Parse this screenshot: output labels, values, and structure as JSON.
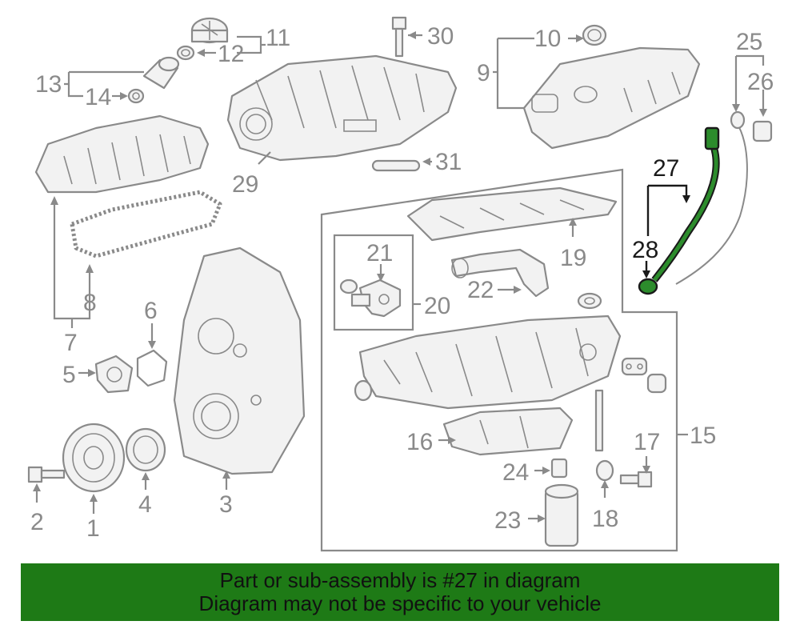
{
  "callouts": {
    "c1": "1",
    "c2": "2",
    "c3": "3",
    "c4": "4",
    "c5": "5",
    "c6": "6",
    "c7": "7",
    "c8": "8",
    "c9": "9",
    "c10": "10",
    "c11": "11",
    "c12": "12",
    "c13": "13",
    "c14": "14",
    "c15": "15",
    "c16": "16",
    "c17": "17",
    "c18": "18",
    "c19": "19",
    "c20": "20",
    "c21": "21",
    "c22": "22",
    "c23": "23",
    "c24": "24",
    "c25": "25",
    "c26": "26",
    "c27": "27",
    "c28": "28",
    "c29": "29",
    "c30": "30",
    "c31": "31"
  },
  "highlight": {
    "part_number": "27",
    "color": "#2c8c2c"
  },
  "banner": {
    "line1": "Part or sub-assembly is #27 in diagram",
    "line2": "Diagram may not be specific to your vehicle",
    "background": "#1e7a16"
  }
}
